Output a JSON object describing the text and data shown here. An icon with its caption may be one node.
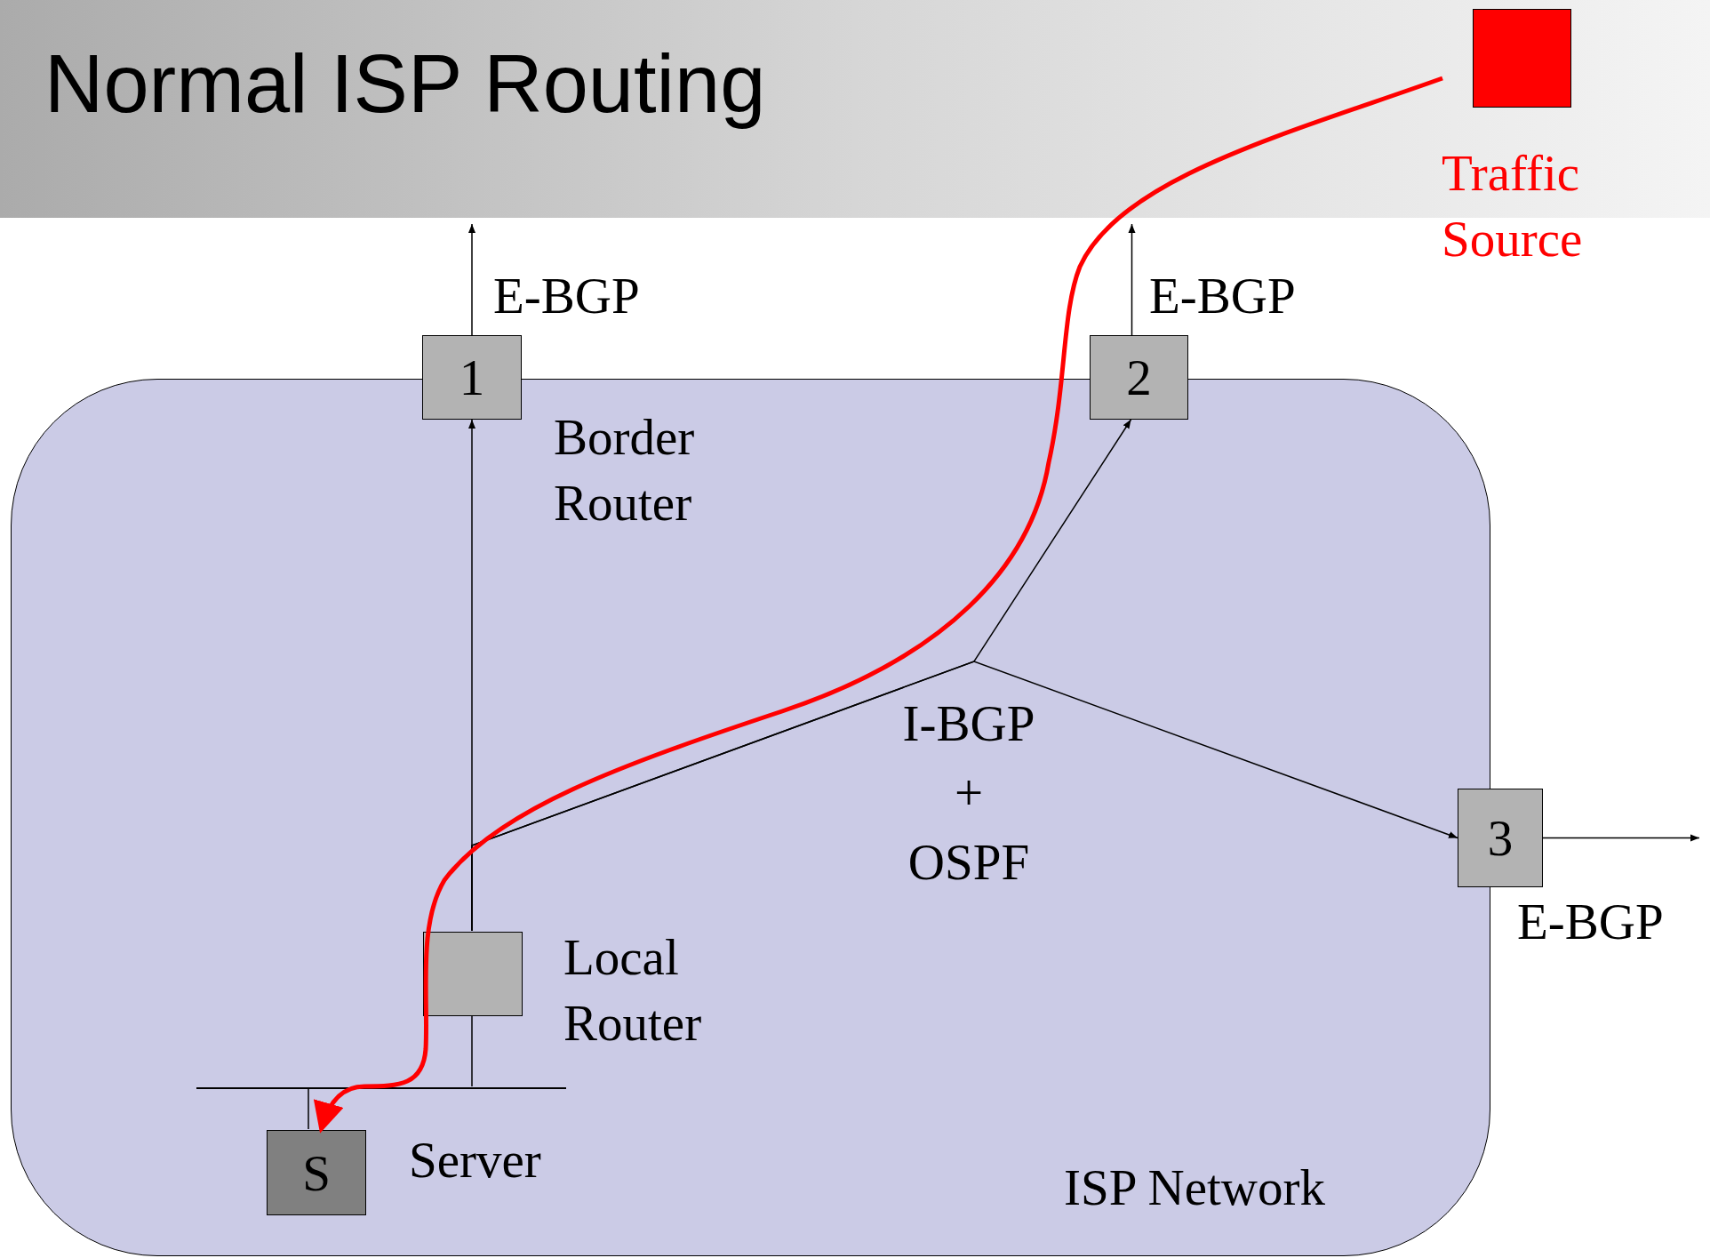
{
  "diagram": {
    "title": "Normal ISP Routing",
    "nodes": [
      {
        "text": [
          "ISP Network"
        ]
      },
      {
        "text": [
          "1"
        ],
        "beside": [
          "Border Router"
        ]
      },
      {
        "text": [
          "2"
        ]
      },
      {
        "text": [
          "3"
        ]
      },
      {
        "text": [],
        "shape": "box",
        "beside": [
          "Local Router"
        ],
        "in": 0
      },
      {
        "text": [],
        "shape": "bar",
        "in": 0
      },
      {
        "text": [
          "S"
        ],
        "beside": [
          "Server"
        ],
        "in": 0
      },
      {
        "text": [],
        "shape": "box",
        "beside": [
          "Traffic Source"
        ]
      }
    ],
    "edges": [
      {
        "from": 1,
        "to": null,
        "arrow": "to",
        "label": "E-BGP"
      },
      {
        "from": 2,
        "to": null,
        "arrow": "to",
        "label": "E-BGP"
      },
      {
        "from": 3,
        "to": null,
        "arrow": "to",
        "label": "E-BGP"
      },
      {
        "from": 4,
        "to": 1,
        "arrow": "to"
      },
      {
        "from": 4,
        "to": 2,
        "arrow": "to"
      },
      {
        "from": 4,
        "to": 3,
        "arrow": "to"
      },
      {
        "from": 4,
        "to": 5,
        "arrow": "none"
      },
      {
        "from": 6,
        "to": 5,
        "arrow": "none"
      },
      {
        "from": 7,
        "to": 6,
        "arrow": "to",
        "style": "thick",
        "color": "#ff0000"
      }
    ],
    "labels": [
      "I-BGP + OSPF"
    ]
  }
}
